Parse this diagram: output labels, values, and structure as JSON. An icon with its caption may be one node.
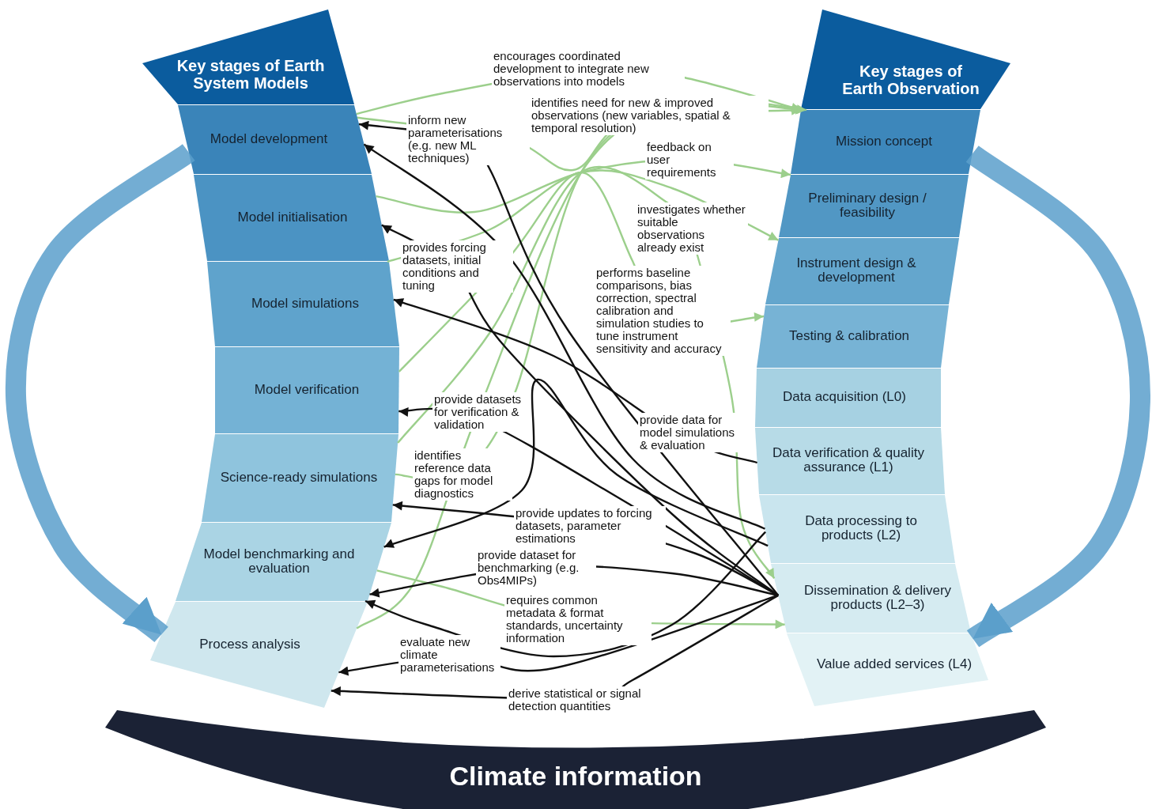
{
  "diagram": {
    "nodes": [
      {
        "text": [
          "Key stages of Earth System Models"
        ]
      },
      {
        "text": [
          "Model development"
        ]
      },
      {
        "text": [
          "Model initialisation"
        ]
      },
      {
        "text": [
          "Model simulations"
        ]
      },
      {
        "text": [
          "Model verification"
        ]
      },
      {
        "text": [
          "Science-ready simulations"
        ]
      },
      {
        "text": [
          "Model benchmarking and evaluation"
        ]
      },
      {
        "text": [
          "Process analysis"
        ]
      },
      {
        "text": [
          "Key stages of Earth Observation"
        ]
      },
      {
        "text": [
          "Mission concept"
        ]
      },
      {
        "text": [
          "Preliminary design / feasibility"
        ]
      },
      {
        "text": [
          "Instrument design & development"
        ]
      },
      {
        "text": [
          "Testing & calibration"
        ]
      },
      {
        "text": [
          "Data acquisition (L0)"
        ]
      },
      {
        "text": [
          "Data verification & quality assurance (L1)"
        ]
      },
      {
        "text": [
          "Data processing to products (L2)"
        ]
      },
      {
        "text": [
          "Dissemination & delivery products (L2–3)"
        ]
      },
      {
        "text": [
          "Value added services (L4)"
        ]
      },
      {
        "text": [
          "Climate information"
        ]
      }
    ],
    "edges": [
      {
        "from": 1,
        "to": 9,
        "arrow": "to",
        "color": "#9ccf8c",
        "label": "encourages coordinated development to integrate new observations into models"
      },
      {
        "from": 1,
        "to": 9,
        "arrow": "to",
        "color": "#9ccf8c",
        "label": "identifies need for new & improved observations (new variables, spatial & temporal resolution)"
      },
      {
        "from": 2,
        "to": 10,
        "arrow": "to",
        "color": "#9ccf8c",
        "label": "feedback on user requirements"
      },
      {
        "from": 3,
        "to": 11,
        "arrow": "to",
        "color": "#9ccf8c"
      },
      {
        "from": 5,
        "to": 16,
        "arrow": "to",
        "color": "#9ccf8c",
        "label": "investigates whether suitable observations already exist"
      },
      {
        "from": 4,
        "to": 12,
        "arrow": "to",
        "color": "#9ccf8c",
        "label": "performs baseline comparisons, bias correction, spectral calibration and simulation studies to tune instrument sensitivity and accuracy"
      },
      {
        "from": 6,
        "to": 16,
        "arrow": "to",
        "color": "#9ccf8c",
        "label": "requires common metadata & format standards, uncertainty information"
      },
      {
        "from": 7,
        "to": 9,
        "arrow": "to",
        "color": "#9ccf8c"
      },
      {
        "from": 5,
        "to": 9,
        "arrow": "to",
        "color": "#9ccf8c",
        "label": "identifies reference data gaps for model diagnostics"
      },
      {
        "from": 16,
        "to": 1,
        "arrow": "to",
        "label": "inform new parameterisations (e.g. new ML techniques)"
      },
      {
        "from": 15,
        "to": 1,
        "arrow": "to"
      },
      {
        "from": 16,
        "to": 2,
        "arrow": "to",
        "label": "provides forcing datasets, initial conditions and tuning"
      },
      {
        "from": 14,
        "to": 3,
        "arrow": "to",
        "label": "provide data for model simulations & evaluation"
      },
      {
        "from": 16,
        "to": 4,
        "arrow": "to",
        "label": "provide datasets for verification & validation"
      },
      {
        "from": 16,
        "to": 5,
        "arrow": "to",
        "label": "provide updates to forcing datasets, parameter estimations"
      },
      {
        "from": 15,
        "to": 6,
        "arrow": "to"
      },
      {
        "from": 16,
        "to": 6,
        "arrow": "to",
        "label": "provide dataset for benchmarking (e.g. Obs4MIPs)"
      },
      {
        "from": 16,
        "to": 7,
        "arrow": "to",
        "label": "evaluate new climate parameterisations"
      },
      {
        "from": 15,
        "to": 6,
        "arrow": "to"
      },
      {
        "from": 16,
        "to": 7,
        "arrow": "to",
        "label": "derive statistical or signal detection quantities"
      },
      {
        "from": 1,
        "to": 7,
        "arrow": "to",
        "style": "thick",
        "color": "#5b9fcb"
      },
      {
        "from": 9,
        "to": 17,
        "arrow": "to",
        "style": "thick",
        "color": "#5b9fcb"
      }
    ]
  }
}
